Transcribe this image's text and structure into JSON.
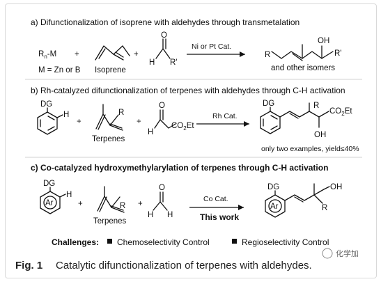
{
  "sections": {
    "a": {
      "title": "a) Difunctionalization of isoprene with aldehydes through transmetalation",
      "reagent_metal": "Rn-M",
      "plus": "+",
      "isoprene_label": "Isoprene",
      "metal_note": "M = Zn or B",
      "aldehyde_h": "H",
      "aldehyde_r": "R'",
      "aldehyde_o": "O",
      "catalyst": "Ni or Pt Cat.",
      "product_oh": "OH",
      "product_r": "R",
      "product_r2": "R'",
      "product_note": "and other isomers"
    },
    "b": {
      "title": "b) Rh-catalyzed difunctionalization of terpenes with aldehydes through C-H activation",
      "dg": "DG",
      "h": "H",
      "terpenes_label": "Terpenes",
      "r": "R",
      "aldehyde_o": "O",
      "aldehyde_h": "H",
      "ester": "CO2Et",
      "catalyst": "Rh Cat.",
      "product_dg": "DG",
      "product_r": "R",
      "product_ester": "CO2Et",
      "product_oh": "OH",
      "note": "only two examples, yield≤40%"
    },
    "c": {
      "title": "c) Co-catalyzed hydroxymethylarylation of terpenes through C-H activation",
      "dg": "DG",
      "ar": "Ar",
      "h": "H",
      "terpenes_label": "Terpenes",
      "r": "R",
      "aldehyde_o": "O",
      "aldehyde_h1": "H",
      "aldehyde_h2": "H",
      "catalyst": "Co Cat.",
      "this_work": "This work",
      "product_dg": "DG",
      "product_ar": "Ar",
      "product_oh": "OH",
      "product_r": "R"
    }
  },
  "challenges": {
    "label": "Challenges:",
    "items": [
      "Chemoselectivity Control",
      "Regioselectivity Control"
    ]
  },
  "caption": {
    "fig": "Fig. 1",
    "text": "Catalytic difunctionalization of terpenes with aldehydes."
  },
  "watermark": "化学加"
}
